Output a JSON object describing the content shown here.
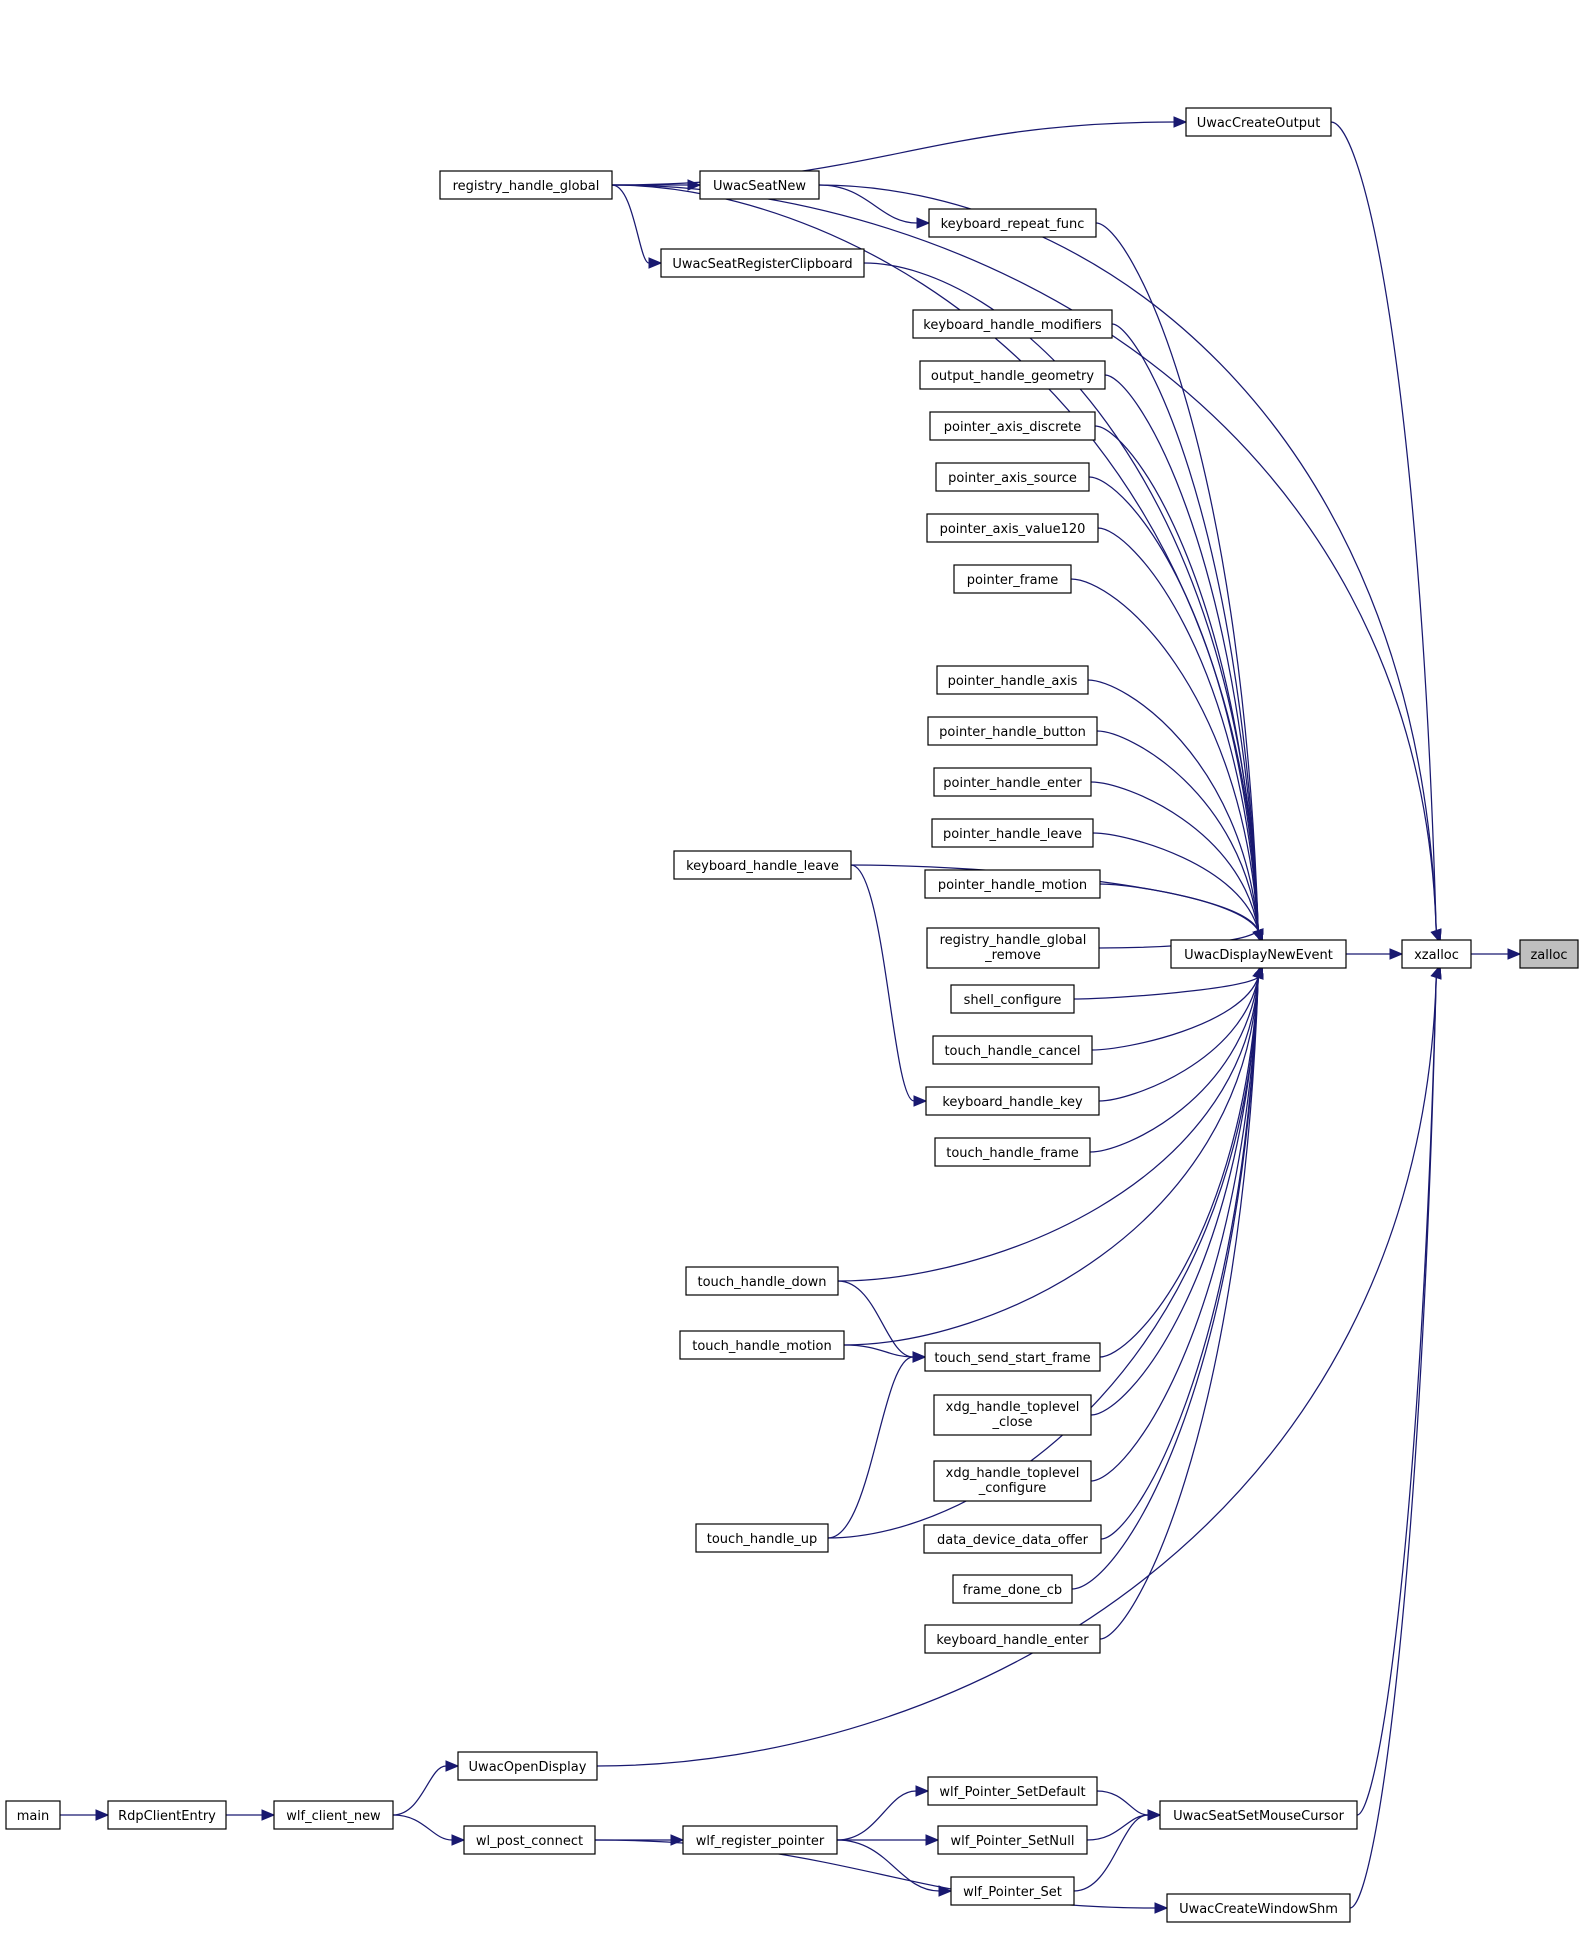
{
  "graph": {
    "nodes": [
      {
        "id": "zalloc",
        "lines": [
          "zalloc"
        ],
        "current": true
      },
      {
        "id": "xzalloc",
        "lines": [
          "xzalloc"
        ]
      },
      {
        "id": "UwacDisplayNewEvent",
        "lines": [
          "UwacDisplayNewEvent"
        ]
      },
      {
        "id": "UwacCreateOutput",
        "lines": [
          "UwacCreateOutput"
        ]
      },
      {
        "id": "registry_handle_global",
        "lines": [
          "registry_handle_global"
        ]
      },
      {
        "id": "UwacSeatNew",
        "lines": [
          "UwacSeatNew"
        ]
      },
      {
        "id": "keyboard_repeat_func",
        "lines": [
          "keyboard_repeat_func"
        ]
      },
      {
        "id": "UwacSeatRegisterClipboard",
        "lines": [
          "UwacSeatRegisterClipboard"
        ]
      },
      {
        "id": "keyboard_handle_modifiers",
        "lines": [
          "keyboard_handle_modifiers"
        ]
      },
      {
        "id": "output_handle_geometry",
        "lines": [
          "output_handle_geometry"
        ]
      },
      {
        "id": "pointer_axis_discrete",
        "lines": [
          "pointer_axis_discrete"
        ]
      },
      {
        "id": "pointer_axis_source",
        "lines": [
          "pointer_axis_source"
        ]
      },
      {
        "id": "pointer_axis_value120",
        "lines": [
          "pointer_axis_value120"
        ]
      },
      {
        "id": "pointer_frame",
        "lines": [
          "pointer_frame"
        ]
      },
      {
        "id": "pointer_handle_axis",
        "lines": [
          "pointer_handle_axis"
        ]
      },
      {
        "id": "pointer_handle_button",
        "lines": [
          "pointer_handle_button"
        ]
      },
      {
        "id": "pointer_handle_enter",
        "lines": [
          "pointer_handle_enter"
        ]
      },
      {
        "id": "pointer_handle_leave",
        "lines": [
          "pointer_handle_leave"
        ]
      },
      {
        "id": "pointer_handle_motion",
        "lines": [
          "pointer_handle_motion"
        ]
      },
      {
        "id": "registry_handle_global_remove",
        "lines": [
          "registry_handle_global",
          "_remove"
        ]
      },
      {
        "id": "shell_configure",
        "lines": [
          "shell_configure"
        ]
      },
      {
        "id": "touch_handle_cancel",
        "lines": [
          "touch_handle_cancel"
        ]
      },
      {
        "id": "keyboard_handle_key",
        "lines": [
          "keyboard_handle_key"
        ]
      },
      {
        "id": "touch_handle_frame",
        "lines": [
          "touch_handle_frame"
        ]
      },
      {
        "id": "keyboard_handle_leave",
        "lines": [
          "keyboard_handle_leave"
        ]
      },
      {
        "id": "touch_handle_down",
        "lines": [
          "touch_handle_down"
        ]
      },
      {
        "id": "touch_handle_motion",
        "lines": [
          "touch_handle_motion"
        ]
      },
      {
        "id": "touch_send_start_frame",
        "lines": [
          "touch_send_start_frame"
        ]
      },
      {
        "id": "xdg_handle_toplevel_close",
        "lines": [
          "xdg_handle_toplevel",
          "_close"
        ]
      },
      {
        "id": "xdg_handle_toplevel_configure",
        "lines": [
          "xdg_handle_toplevel",
          "_configure"
        ]
      },
      {
        "id": "touch_handle_up",
        "lines": [
          "touch_handle_up"
        ]
      },
      {
        "id": "data_device_data_offer",
        "lines": [
          "data_device_data_offer"
        ]
      },
      {
        "id": "frame_done_cb",
        "lines": [
          "frame_done_cb"
        ]
      },
      {
        "id": "keyboard_handle_enter",
        "lines": [
          "keyboard_handle_enter"
        ]
      },
      {
        "id": "UwacOpenDisplay",
        "lines": [
          "UwacOpenDisplay"
        ]
      },
      {
        "id": "wlf_Pointer_SetDefault",
        "lines": [
          "wlf_Pointer_SetDefault"
        ]
      },
      {
        "id": "UwacSeatSetMouseCursor",
        "lines": [
          "UwacSeatSetMouseCursor"
        ]
      },
      {
        "id": "main",
        "lines": [
          "main"
        ]
      },
      {
        "id": "RdpClientEntry",
        "lines": [
          "RdpClientEntry"
        ]
      },
      {
        "id": "wlf_client_new",
        "lines": [
          "wlf_client_new"
        ]
      },
      {
        "id": "wl_post_connect",
        "lines": [
          "wl_post_connect"
        ]
      },
      {
        "id": "wlf_register_pointer",
        "lines": [
          "wlf_register_pointer"
        ]
      },
      {
        "id": "wlf_Pointer_SetNull",
        "lines": [
          "wlf_Pointer_SetNull"
        ]
      },
      {
        "id": "wlf_Pointer_Set",
        "lines": [
          "wlf_Pointer_Set"
        ]
      },
      {
        "id": "UwacCreateWindowShm",
        "lines": [
          "UwacCreateWindowShm"
        ]
      }
    ],
    "edges": [
      [
        "xzalloc",
        "zalloc"
      ],
      [
        "UwacDisplayNewEvent",
        "xzalloc"
      ],
      [
        "UwacCreateOutput",
        "xzalloc"
      ],
      [
        "registry_handle_global",
        "xzalloc"
      ],
      [
        "UwacSeatNew",
        "xzalloc"
      ],
      [
        "UwacOpenDisplay",
        "xzalloc"
      ],
      [
        "UwacSeatSetMouseCursor",
        "xzalloc"
      ],
      [
        "UwacCreateWindowShm",
        "xzalloc"
      ],
      [
        "registry_handle_global",
        "UwacCreateOutput"
      ],
      [
        "registry_handle_global",
        "UwacSeatNew"
      ],
      [
        "registry_handle_global",
        "UwacSeatRegisterClipboard"
      ],
      [
        "registry_handle_global",
        "UwacDisplayNewEvent"
      ],
      [
        "UwacSeatNew",
        "keyboard_repeat_func"
      ],
      [
        "keyboard_repeat_func",
        "UwacDisplayNewEvent"
      ],
      [
        "UwacSeatRegisterClipboard",
        "UwacDisplayNewEvent"
      ],
      [
        "keyboard_handle_modifiers",
        "UwacDisplayNewEvent"
      ],
      [
        "output_handle_geometry",
        "UwacDisplayNewEvent"
      ],
      [
        "pointer_axis_discrete",
        "UwacDisplayNewEvent"
      ],
      [
        "pointer_axis_source",
        "UwacDisplayNewEvent"
      ],
      [
        "pointer_axis_value120",
        "UwacDisplayNewEvent"
      ],
      [
        "pointer_frame",
        "UwacDisplayNewEvent"
      ],
      [
        "keyboard_handle_leave",
        "UwacDisplayNewEvent"
      ],
      [
        "keyboard_handle_leave",
        "keyboard_handle_key"
      ],
      [
        "pointer_handle_axis",
        "UwacDisplayNewEvent"
      ],
      [
        "pointer_handle_button",
        "UwacDisplayNewEvent"
      ],
      [
        "pointer_handle_enter",
        "UwacDisplayNewEvent"
      ],
      [
        "pointer_handle_leave",
        "UwacDisplayNewEvent"
      ],
      [
        "pointer_handle_motion",
        "UwacDisplayNewEvent"
      ],
      [
        "registry_handle_global_remove",
        "UwacDisplayNewEvent"
      ],
      [
        "shell_configure",
        "UwacDisplayNewEvent"
      ],
      [
        "touch_handle_cancel",
        "UwacDisplayNewEvent"
      ],
      [
        "keyboard_handle_key",
        "UwacDisplayNewEvent"
      ],
      [
        "touch_handle_frame",
        "UwacDisplayNewEvent"
      ],
      [
        "touch_handle_down",
        "UwacDisplayNewEvent"
      ],
      [
        "touch_handle_down",
        "touch_send_start_frame"
      ],
      [
        "touch_handle_motion",
        "UwacDisplayNewEvent"
      ],
      [
        "touch_handle_motion",
        "touch_send_start_frame"
      ],
      [
        "touch_send_start_frame",
        "UwacDisplayNewEvent"
      ],
      [
        "xdg_handle_toplevel_close",
        "UwacDisplayNewEvent"
      ],
      [
        "xdg_handle_toplevel_configure",
        "UwacDisplayNewEvent"
      ],
      [
        "touch_handle_up",
        "touch_send_start_frame"
      ],
      [
        "touch_handle_up",
        "UwacDisplayNewEvent"
      ],
      [
        "data_device_data_offer",
        "UwacDisplayNewEvent"
      ],
      [
        "frame_done_cb",
        "UwacDisplayNewEvent"
      ],
      [
        "keyboard_handle_enter",
        "UwacDisplayNewEvent"
      ],
      [
        "main",
        "RdpClientEntry"
      ],
      [
        "RdpClientEntry",
        "wlf_client_new"
      ],
      [
        "wlf_client_new",
        "UwacOpenDisplay"
      ],
      [
        "wlf_client_new",
        "wl_post_connect"
      ],
      [
        "wl_post_connect",
        "wlf_register_pointer"
      ],
      [
        "wl_post_connect",
        "UwacCreateWindowShm"
      ],
      [
        "wlf_register_pointer",
        "wlf_Pointer_SetDefault"
      ],
      [
        "wlf_register_pointer",
        "wlf_Pointer_SetNull"
      ],
      [
        "wlf_register_pointer",
        "wlf_Pointer_Set"
      ],
      [
        "wlf_Pointer_SetDefault",
        "UwacSeatSetMouseCursor"
      ],
      [
        "wlf_Pointer_SetNull",
        "UwacSeatSetMouseCursor"
      ],
      [
        "wlf_Pointer_Set",
        "UwacSeatSetMouseCursor"
      ]
    ]
  }
}
